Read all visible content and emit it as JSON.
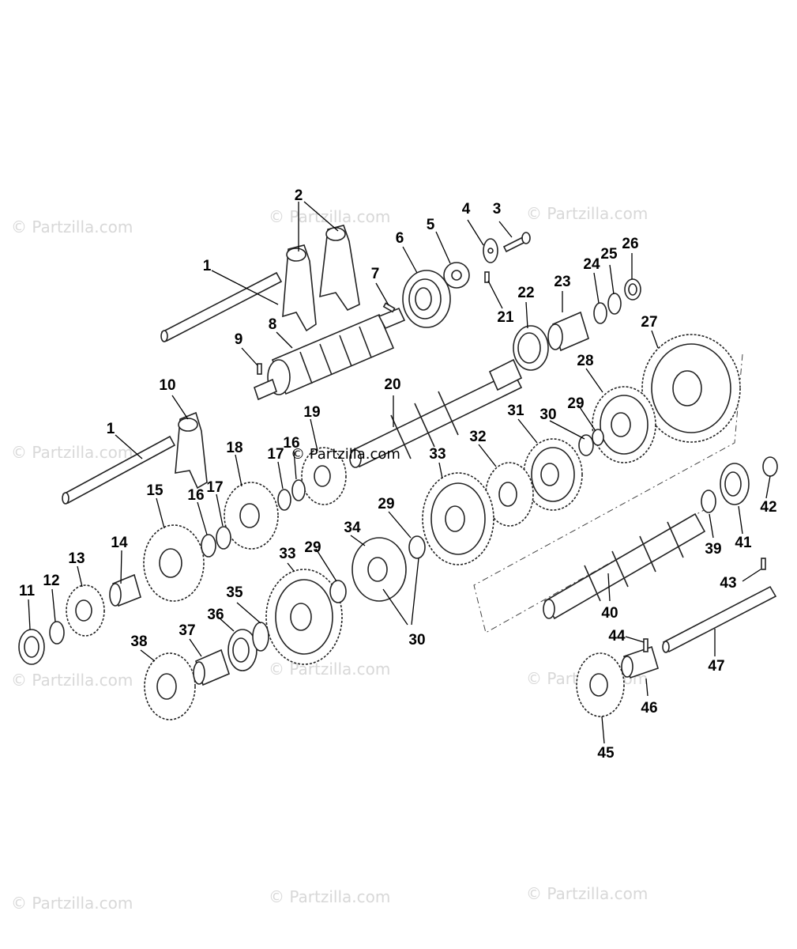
{
  "watermark": "© Partzilla.com",
  "inline_watermark": "© Partzilla.com",
  "labels": [
    "1",
    "2",
    "3",
    "4",
    "5",
    "6",
    "7",
    "8",
    "9",
    "10",
    "1",
    "15",
    "16",
    "17",
    "18",
    "16",
    "17",
    "19",
    "20",
    "21",
    "22",
    "23",
    "24",
    "25",
    "26",
    "27",
    "28",
    "29",
    "30",
    "31",
    "32",
    "33",
    "29",
    "30",
    "33",
    "34",
    "35",
    "36",
    "37",
    "38",
    "11",
    "12",
    "13",
    "14",
    "39",
    "40",
    "41",
    "42",
    "43",
    "44",
    "45",
    "46",
    "47",
    "29",
    "30"
  ]
}
